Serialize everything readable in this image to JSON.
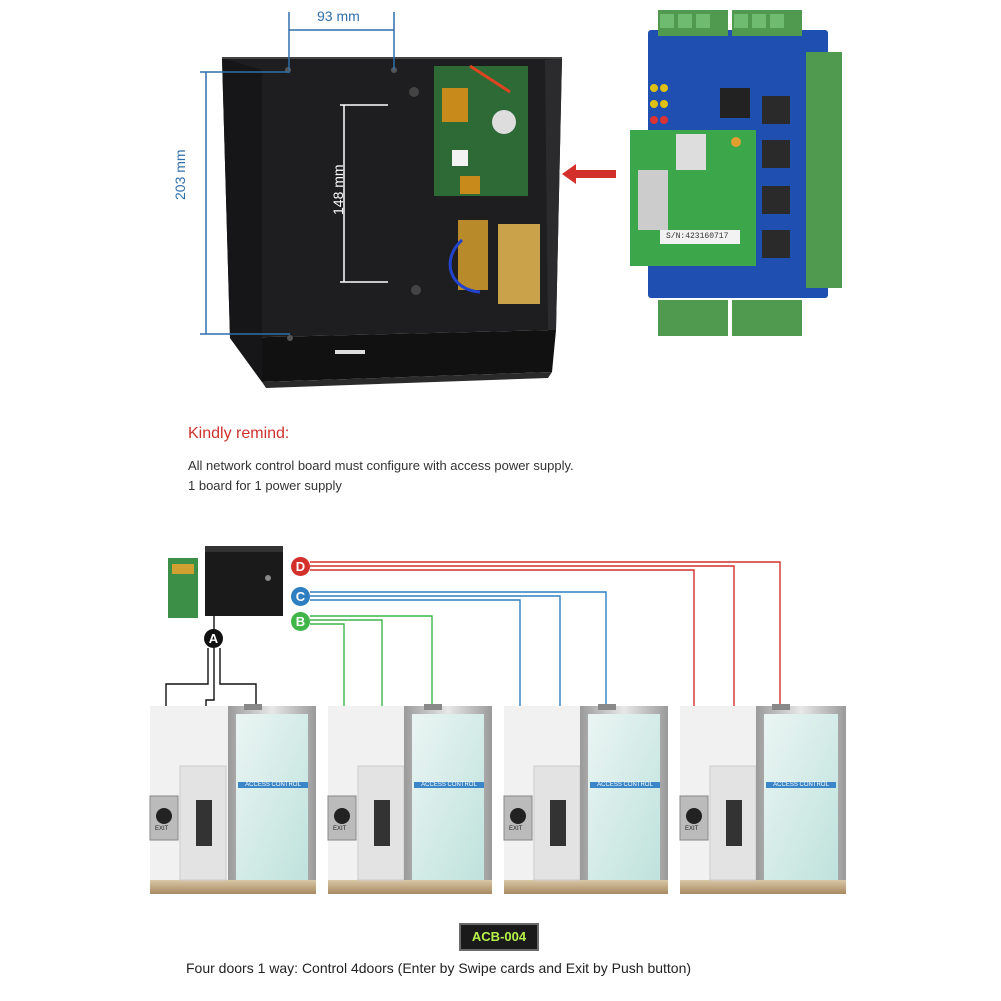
{
  "dimensions": {
    "width_label": "93 mm",
    "height_label": "203 mm",
    "inner_label": "148 mm"
  },
  "board_serial": "S/N:423160717",
  "notice": {
    "title": "Kindly remind:",
    "line1": "All network control board must configure with access power supply.",
    "line2": "1 board for 1 power supply"
  },
  "wiring": {
    "labels": [
      "A",
      "B",
      "C",
      "D"
    ],
    "colors": {
      "A": "#111111",
      "B": "#3fb54a",
      "C": "#2e7fc1",
      "D": "#d3302c"
    },
    "exit_button_label": "EXIT",
    "glass_text": "ACCESS CONTROL"
  },
  "model_label": "ACB-004",
  "caption": "Four doors 1 way: Control 4doors (Enter by Swipe cards and Exit by Push button)"
}
